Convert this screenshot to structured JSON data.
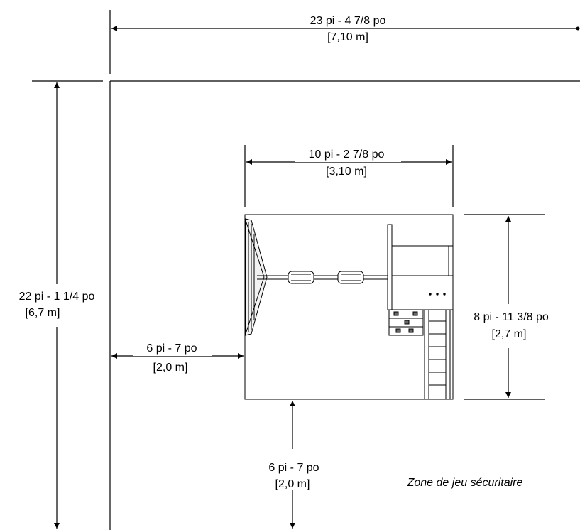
{
  "dimensions": {
    "overall_width": {
      "imperial": "23 pi - 4 7/8 po",
      "metric": "[7,10 m]"
    },
    "overall_depth": {
      "imperial": "22 pi - 1 1/4 po",
      "metric": "[6,7 m]"
    },
    "structure_width": {
      "imperial": "10 pi - 2 7/8 po",
      "metric": "[3,10 m]"
    },
    "structure_depth": {
      "imperial": "8 pi - 11 3/8 po",
      "metric": "[2,7 m]"
    },
    "side_clearance": {
      "imperial": "6 pi - 7 po",
      "metric": "[2,0 m]"
    },
    "bottom_clearance": {
      "imperial": "6 pi - 7 po",
      "metric": "[2,0 m]"
    }
  },
  "zone_label": "Zone de jeu sécuritaire"
}
